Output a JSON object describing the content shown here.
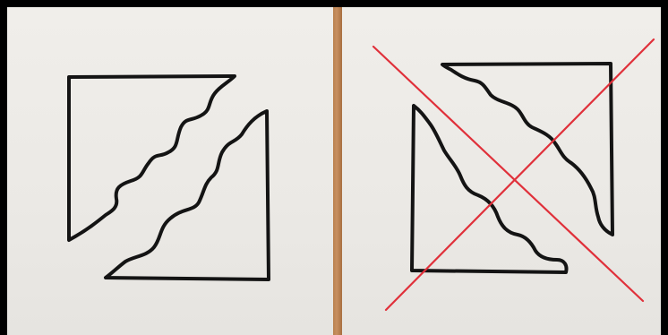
{
  "scene": {
    "left_panel": {
      "depicts": "correct-example-puzzle-halves"
    },
    "right_panel": {
      "depicts": "incorrect-example-puzzle-halves",
      "mark": "red-cross"
    }
  },
  "colors": {
    "frame": "#000000",
    "paper": "#eeece8",
    "divider": "#c08a5a",
    "ink": "#141414",
    "cross": "#e0303a"
  }
}
